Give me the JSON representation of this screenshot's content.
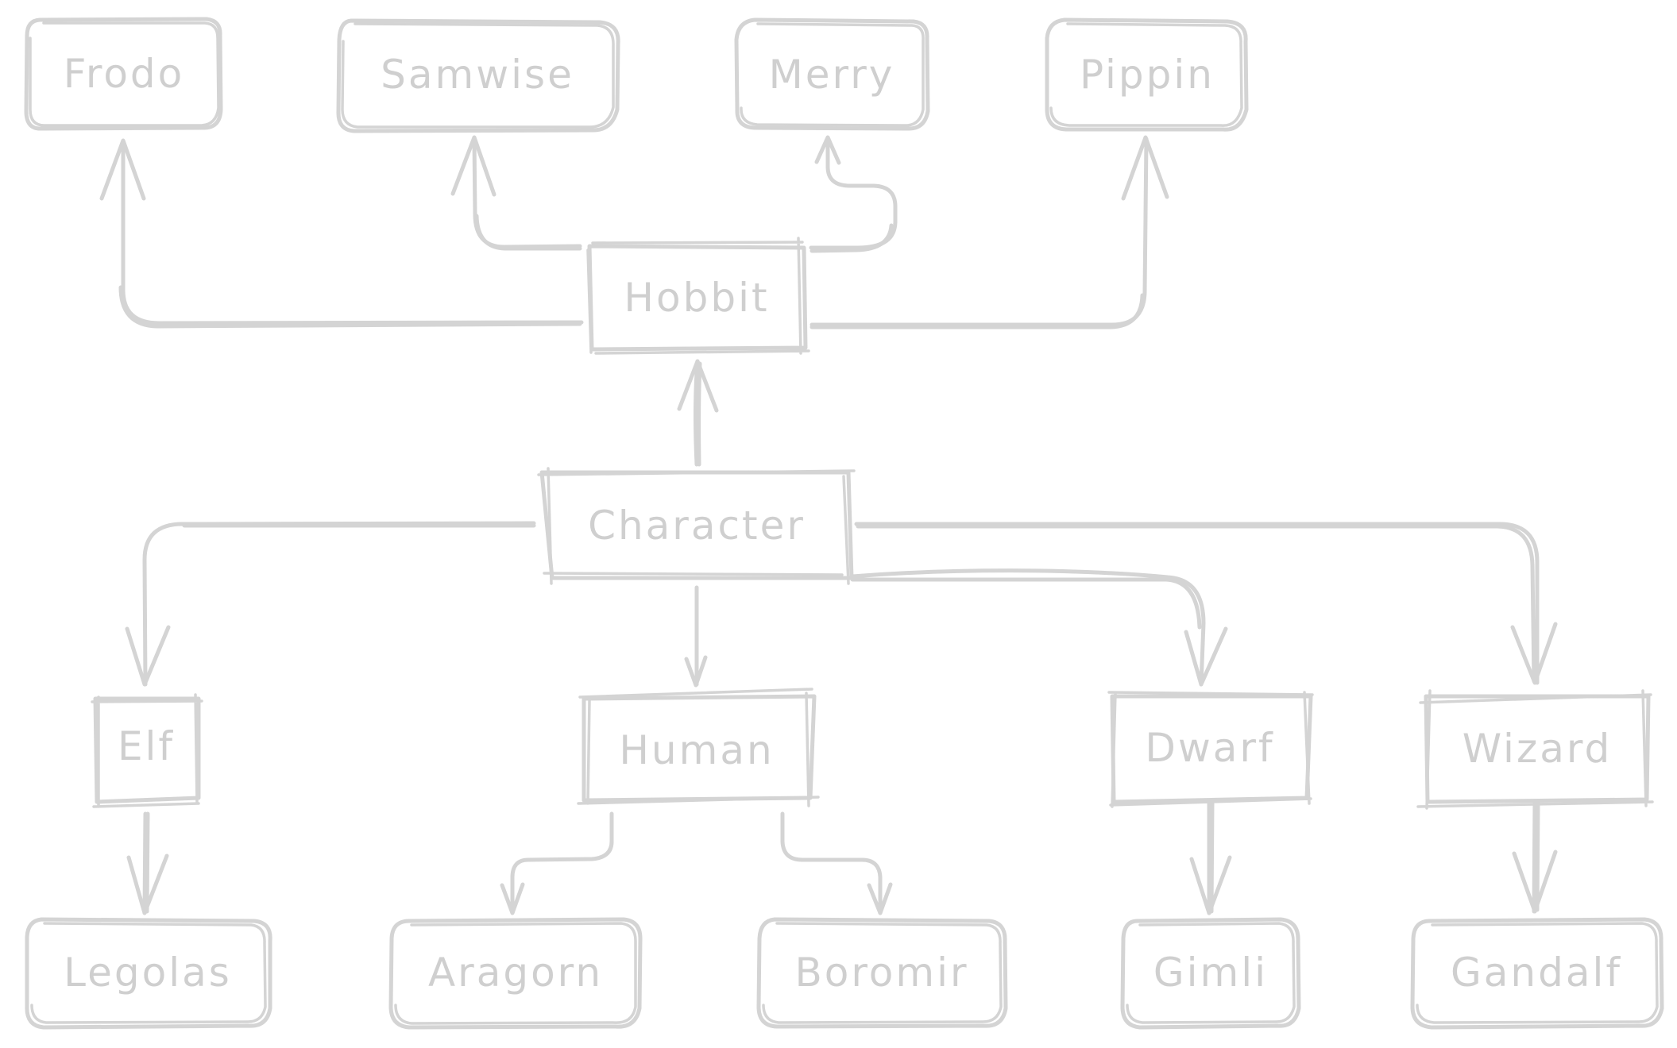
{
  "diagram": {
    "type": "tree",
    "stroke_color": "#d4d4d4",
    "text_color": "#cfcfcf",
    "background": "#ffffff",
    "nodes": {
      "frodo": {
        "label": "Frodo",
        "shape": "rounded"
      },
      "samwise": {
        "label": "Samwise",
        "shape": "rounded"
      },
      "merry": {
        "label": "Merry",
        "shape": "rounded"
      },
      "pippin": {
        "label": "Pippin",
        "shape": "rounded"
      },
      "hobbit": {
        "label": "Hobbit",
        "shape": "rect"
      },
      "character": {
        "label": "Character",
        "shape": "rect"
      },
      "elf": {
        "label": "Elf",
        "shape": "rect"
      },
      "human": {
        "label": "Human",
        "shape": "rect"
      },
      "dwarf": {
        "label": "Dwarf",
        "shape": "rect"
      },
      "wizard": {
        "label": "Wizard",
        "shape": "rect"
      },
      "legolas": {
        "label": "Legolas",
        "shape": "rounded"
      },
      "aragorn": {
        "label": "Aragorn",
        "shape": "rounded"
      },
      "boromir": {
        "label": "Boromir",
        "shape": "rounded"
      },
      "gimli": {
        "label": "Gimli",
        "shape": "rounded"
      },
      "gandalf": {
        "label": "Gandalf",
        "shape": "rounded"
      }
    },
    "edges": [
      {
        "from": "character",
        "to": "hobbit"
      },
      {
        "from": "character",
        "to": "elf"
      },
      {
        "from": "character",
        "to": "human"
      },
      {
        "from": "character",
        "to": "dwarf"
      },
      {
        "from": "character",
        "to": "wizard"
      },
      {
        "from": "hobbit",
        "to": "frodo"
      },
      {
        "from": "hobbit",
        "to": "samwise"
      },
      {
        "from": "hobbit",
        "to": "merry"
      },
      {
        "from": "hobbit",
        "to": "pippin"
      },
      {
        "from": "elf",
        "to": "legolas"
      },
      {
        "from": "human",
        "to": "aragorn"
      },
      {
        "from": "human",
        "to": "boromir"
      },
      {
        "from": "dwarf",
        "to": "gimli"
      },
      {
        "from": "wizard",
        "to": "gandalf"
      }
    ]
  }
}
